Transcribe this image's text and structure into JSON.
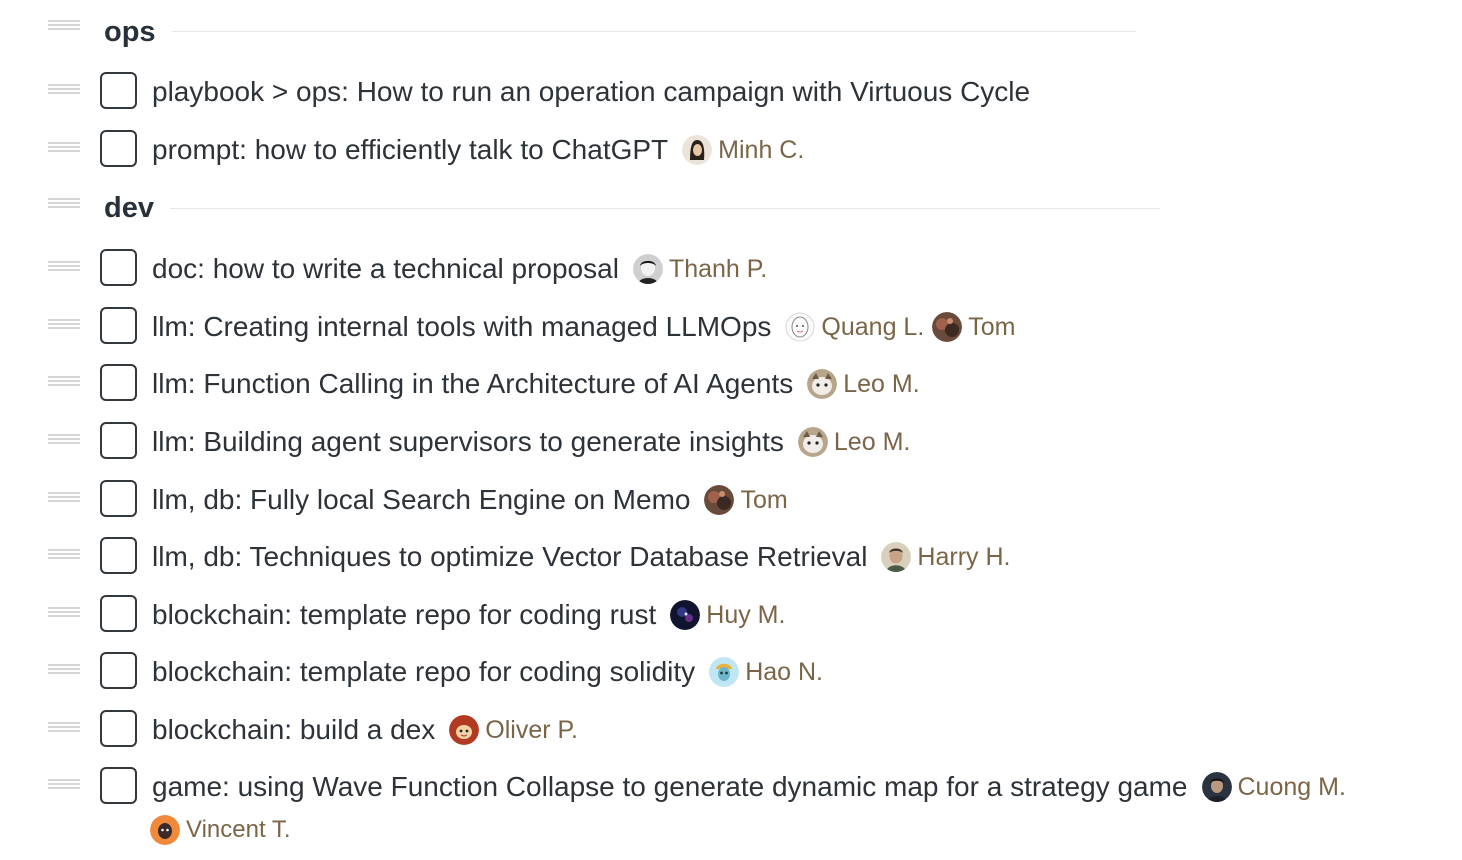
{
  "sections": [
    {
      "heading": "ops",
      "tasks": [
        {
          "title": "playbook > ops: How to run an operation campaign with Virtuous Cycle",
          "assignees": []
        },
        {
          "title": "prompt: how to efficiently talk to ChatGPT",
          "assignees": [
            {
              "name": "Minh C.",
              "avatar": "avatar-minh"
            }
          ]
        }
      ]
    },
    {
      "heading": "dev",
      "tasks": [
        {
          "title": "doc: how to write a technical proposal",
          "assignees": [
            {
              "name": "Thanh P.",
              "avatar": "avatar-thanh"
            }
          ]
        },
        {
          "title": "llm: Creating internal tools with managed LLMOps",
          "assignees": [
            {
              "name": "Quang L.",
              "avatar": "avatar-quang"
            },
            {
              "name": "Tom",
              "avatar": "avatar-tom"
            }
          ]
        },
        {
          "title": "llm: Function Calling in the Architecture of AI Agents",
          "assignees": [
            {
              "name": "Leo M.",
              "avatar": "avatar-leo"
            }
          ]
        },
        {
          "title": "llm: Building agent supervisors to generate insights",
          "assignees": [
            {
              "name": "Leo M.",
              "avatar": "avatar-leo"
            }
          ]
        },
        {
          "title": "llm, db: Fully local Search Engine on Memo",
          "assignees": [
            {
              "name": "Tom",
              "avatar": "avatar-tom"
            }
          ]
        },
        {
          "title": "llm, db: Techniques to optimize Vector Database Retrieval",
          "assignees": [
            {
              "name": "Harry H.",
              "avatar": "avatar-harry"
            }
          ]
        },
        {
          "title": "blockchain: template repo for coding rust",
          "assignees": [
            {
              "name": "Huy M.",
              "avatar": "avatar-huy"
            }
          ]
        },
        {
          "title": "blockchain: template repo for coding solidity",
          "assignees": [
            {
              "name": "Hao N.",
              "avatar": "avatar-hao"
            }
          ]
        },
        {
          "title": "blockchain: build a dex",
          "assignees": [
            {
              "name": "Oliver P.",
              "avatar": "avatar-oliver"
            }
          ]
        },
        {
          "title": "game: using Wave Function Collapse to generate dynamic map for a strategy game",
          "assignees": [
            {
              "name": "Cuong M.",
              "avatar": "avatar-cuong"
            },
            {
              "name": "Vincent T.",
              "avatar": "avatar-vincent"
            }
          ]
        }
      ]
    }
  ],
  "colors": {
    "assignee_name": "#7a6547",
    "task_text": "#2d3338",
    "heading_text": "#28313a",
    "checkbox_border": "#33383d",
    "divider": "#e6e7e8",
    "drag_handle": "#d4d6d8"
  },
  "icons": {
    "drag_handle": "drag-handle-icon",
    "checkbox": "checkbox-unchecked-icon"
  }
}
